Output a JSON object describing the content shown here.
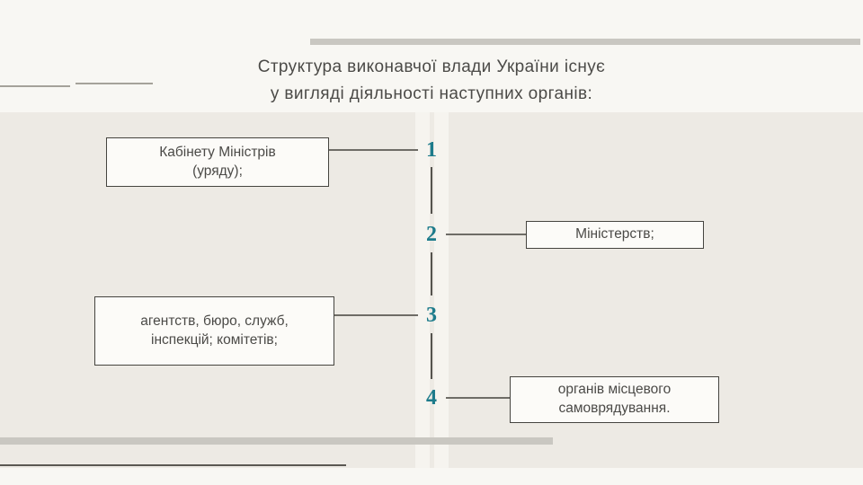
{
  "slide": {
    "title": "Структура  виконавчої влади України існує\nу вигляді діяльності  наступних органів:"
  },
  "nodes": [
    {
      "number": "1",
      "label": "Кабінету Міністрів\n(уряду);"
    },
    {
      "number": "2",
      "label": "Міністерств;"
    },
    {
      "number": "3",
      "label": "агентств, бюро, служб,\nінспекцій; комітетів;"
    },
    {
      "number": "4",
      "label": "органів місцевого\nсамоврядування."
    }
  ],
  "colors": {
    "accent_teal": "#1d7b8b",
    "band_background": "#edeae4",
    "page_background": "#f8f7f3",
    "decor_bar": "#c9c7c1",
    "box_border": "#45443f",
    "text": "#4b4a47"
  }
}
